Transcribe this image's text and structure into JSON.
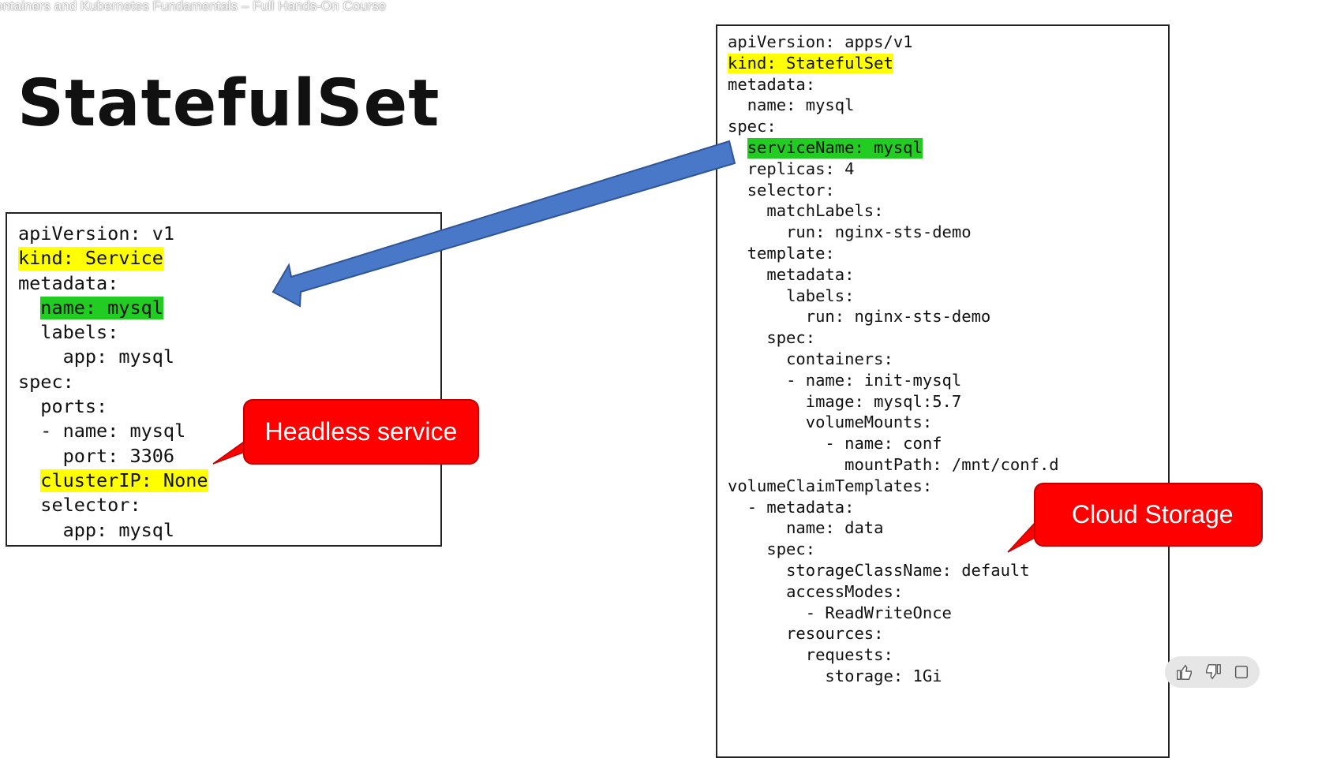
{
  "video": {
    "title": "ontainers and Kubernetes Fundamentals – Full Hands-On Course"
  },
  "slide": {
    "title": "StatefulSet"
  },
  "service_yaml": {
    "lines": [
      {
        "indent": "",
        "text": "apiVersion: v1",
        "highlight": ""
      },
      {
        "indent": "",
        "text": "kind: Service",
        "highlight": "yellow"
      },
      {
        "indent": "",
        "text": "metadata:",
        "highlight": ""
      },
      {
        "indent": "  ",
        "text": "name: mysql",
        "highlight": "green"
      },
      {
        "indent": "  ",
        "text": "labels:",
        "highlight": ""
      },
      {
        "indent": "    ",
        "text": "app: mysql",
        "highlight": ""
      },
      {
        "indent": "",
        "text": "spec:",
        "highlight": ""
      },
      {
        "indent": "  ",
        "text": "ports:",
        "highlight": ""
      },
      {
        "indent": "  ",
        "text": "- name: mysql",
        "highlight": ""
      },
      {
        "indent": "    ",
        "text": "port: 3306",
        "highlight": ""
      },
      {
        "indent": "  ",
        "text": "clusterIP: None",
        "highlight": "yellow"
      },
      {
        "indent": "  ",
        "text": "selector:",
        "highlight": ""
      },
      {
        "indent": "    ",
        "text": "app: mysql",
        "highlight": ""
      }
    ]
  },
  "statefulset_yaml": {
    "lines": [
      {
        "indent": "",
        "text": "apiVersion: apps/v1",
        "highlight": ""
      },
      {
        "indent": "",
        "text": "kind: StatefulSet",
        "highlight": "yellow"
      },
      {
        "indent": "",
        "text": "metadata:",
        "highlight": ""
      },
      {
        "indent": "  ",
        "text": "name: mysql",
        "highlight": ""
      },
      {
        "indent": "",
        "text": "spec:",
        "highlight": ""
      },
      {
        "indent": "  ",
        "text": "serviceName: mysql",
        "highlight": "green"
      },
      {
        "indent": "  ",
        "text": "replicas: 4",
        "highlight": ""
      },
      {
        "indent": "  ",
        "text": "selector:",
        "highlight": ""
      },
      {
        "indent": "    ",
        "text": "matchLabels:",
        "highlight": ""
      },
      {
        "indent": "      ",
        "text": "run: nginx-sts-demo",
        "highlight": ""
      },
      {
        "indent": "  ",
        "text": "template:",
        "highlight": ""
      },
      {
        "indent": "    ",
        "text": "metadata:",
        "highlight": ""
      },
      {
        "indent": "      ",
        "text": "labels:",
        "highlight": ""
      },
      {
        "indent": "        ",
        "text": "run: nginx-sts-demo",
        "highlight": ""
      },
      {
        "indent": "    ",
        "text": "spec:",
        "highlight": ""
      },
      {
        "indent": "      ",
        "text": "containers:",
        "highlight": ""
      },
      {
        "indent": "      ",
        "text": "- name: init-mysql",
        "highlight": ""
      },
      {
        "indent": "        ",
        "text": "image: mysql:5.7",
        "highlight": ""
      },
      {
        "indent": "        ",
        "text": "volumeMounts:",
        "highlight": ""
      },
      {
        "indent": "          ",
        "text": "- name: conf",
        "highlight": ""
      },
      {
        "indent": "            ",
        "text": "mountPath: /mnt/conf.d",
        "highlight": ""
      },
      {
        "indent": "",
        "text": "volumeClaimTemplates:",
        "highlight": ""
      },
      {
        "indent": "  ",
        "text": "- metadata:",
        "highlight": ""
      },
      {
        "indent": "      ",
        "text": "name: data",
        "highlight": ""
      },
      {
        "indent": "    ",
        "text": "spec:",
        "highlight": ""
      },
      {
        "indent": "      ",
        "text": "storageClassName: default",
        "highlight": ""
      },
      {
        "indent": "      ",
        "text": "accessModes:",
        "highlight": ""
      },
      {
        "indent": "        ",
        "text": "- ReadWriteOnce",
        "highlight": ""
      },
      {
        "indent": "      ",
        "text": "resources:",
        "highlight": ""
      },
      {
        "indent": "        ",
        "text": "requests:",
        "highlight": ""
      },
      {
        "indent": "          ",
        "text": "storage: 1Gi",
        "highlight": ""
      }
    ]
  },
  "callouts": {
    "headless": "Headless service",
    "cloud": "Cloud Storage"
  },
  "colors": {
    "highlight_yellow": "#ffff00",
    "highlight_green": "#22cc22",
    "callout_red": "#ff0000",
    "arrow_blue": "#4a78c8"
  },
  "icons": {
    "like": "thumbs-up-icon",
    "dislike": "thumbs-down-icon"
  }
}
